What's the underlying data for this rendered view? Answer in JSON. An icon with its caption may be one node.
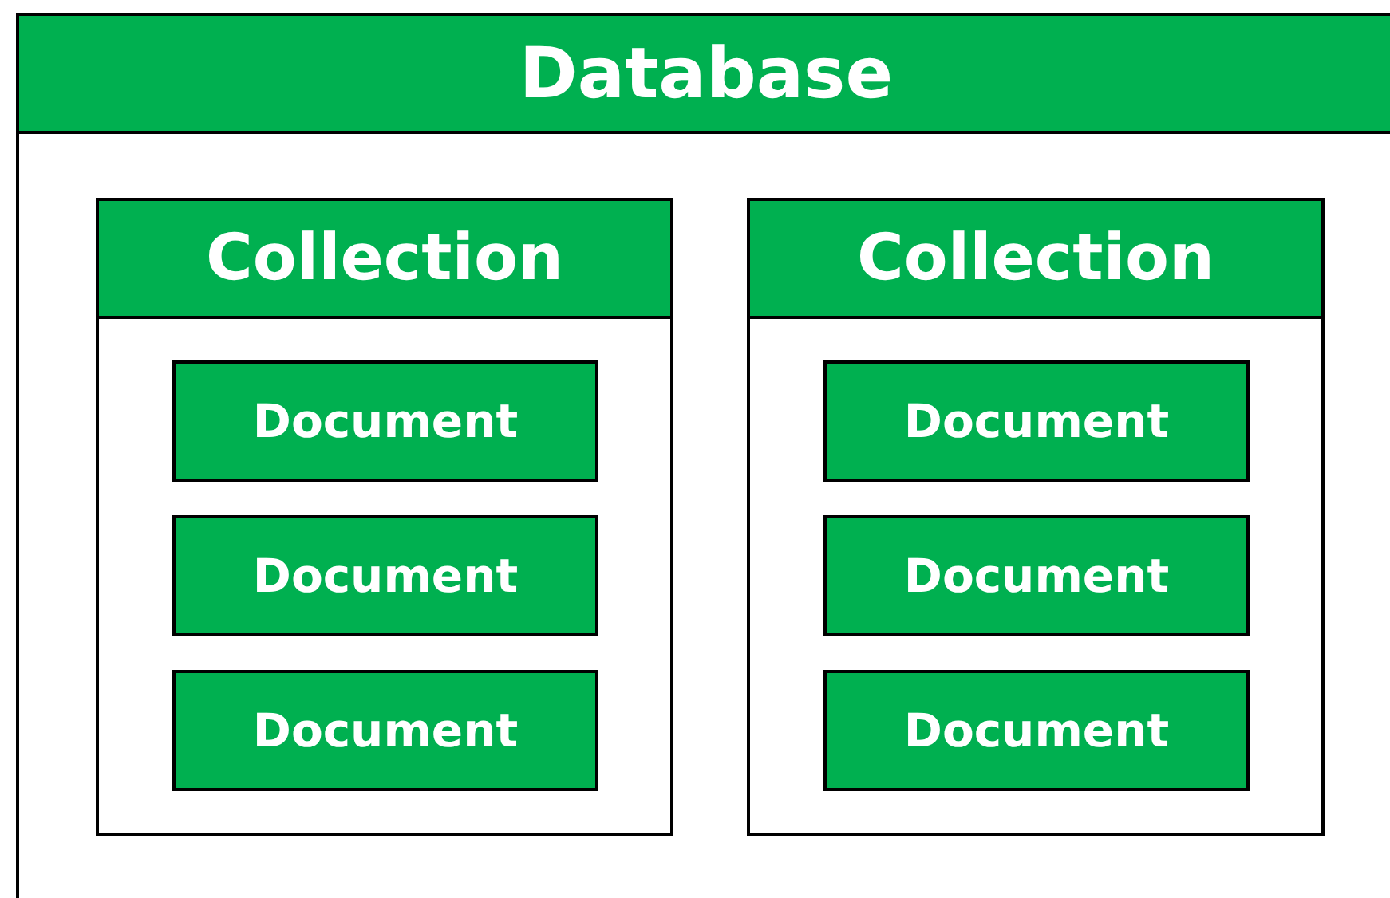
{
  "diagram": {
    "nodes": [
      {
        "text": [
          "Database"
        ]
      },
      {
        "text": [
          "Collection"
        ],
        "in": 0
      },
      {
        "text": [
          "Document"
        ],
        "in": 1
      },
      {
        "text": [
          "Document"
        ],
        "in": 1
      },
      {
        "text": [
          "Document"
        ],
        "in": 1
      },
      {
        "text": [
          "Collection"
        ],
        "in": 0
      },
      {
        "text": [
          "Document"
        ],
        "in": 5
      },
      {
        "text": [
          "Document"
        ],
        "in": 5
      },
      {
        "text": [
          "Document"
        ],
        "in": 5
      }
    ],
    "edges": []
  }
}
